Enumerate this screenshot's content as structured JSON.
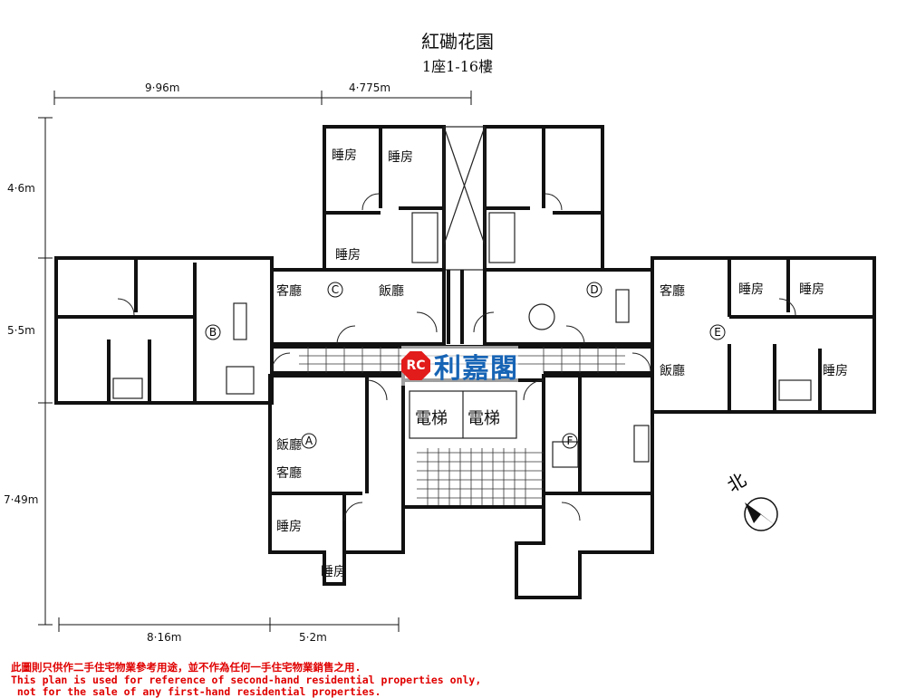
{
  "title": "紅磡花園",
  "subtitle": "1座1-16樓",
  "dimensions": {
    "top_left": "9·96m",
    "top_right": "4·775m",
    "left_top": "4·6m",
    "left_mid": "5·5m",
    "left_bottom": "7·49m",
    "bottom_left": "8·16m",
    "bottom_right": "5·2m"
  },
  "units": {
    "A": "A",
    "B": "B",
    "C": "C",
    "D": "D",
    "E": "E",
    "F": "F"
  },
  "rooms": {
    "bedroom": "睡房",
    "living": "客廳",
    "dining": "飯廳",
    "lift": "電梯"
  },
  "north": "北",
  "logo": {
    "mark": "RC",
    "text": "利嘉閣"
  },
  "disclaimer": {
    "zh": "此圖則只供作二手住宅物業參考用途，並不作為任何一手住宅物業銷售之用.",
    "en1": "This plan is used for reference of second-hand residential properties only,",
    "en2": " not for the sale of any first-hand residential properties."
  },
  "colors": {
    "disclaimer": "#e00000",
    "logo_red": "#e21b1b",
    "logo_blue": "#1764b5"
  }
}
